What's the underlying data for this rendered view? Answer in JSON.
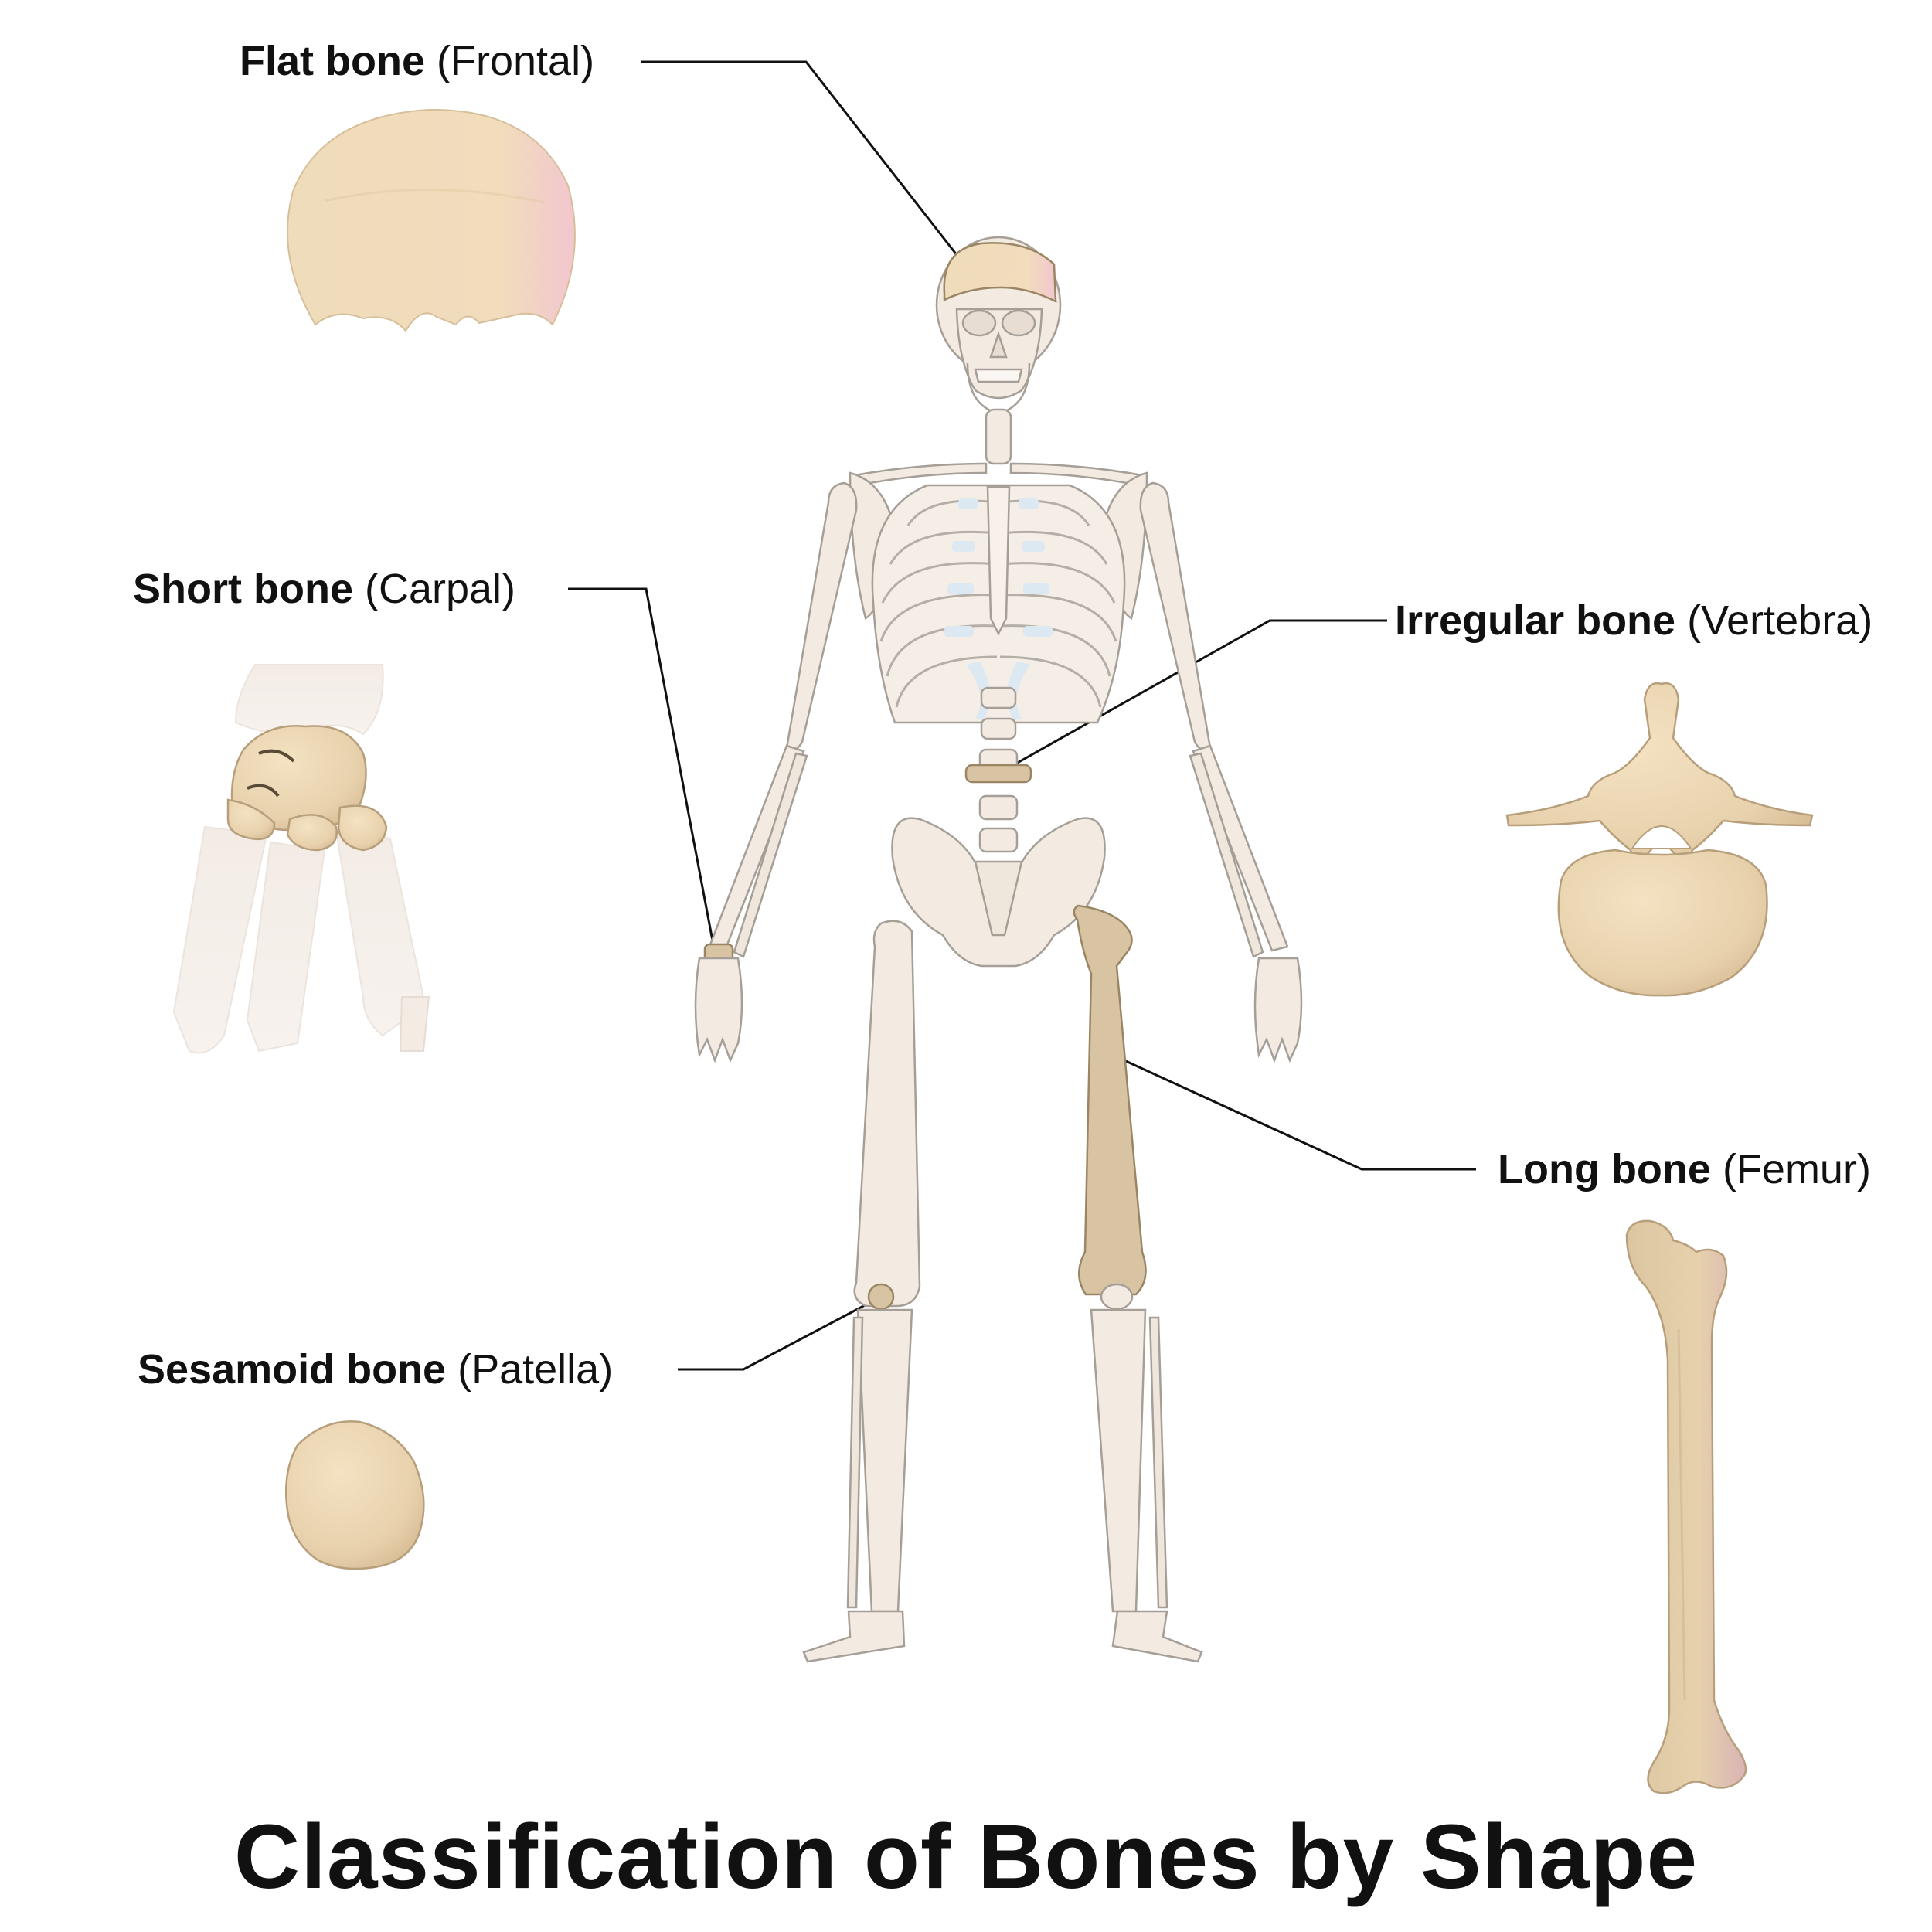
{
  "title": "Classification of Bones by Shape",
  "labels": {
    "flat": {
      "type": "Flat bone",
      "example": "(Frontal)"
    },
    "short": {
      "type": "Short bone",
      "example": "(Carpal)"
    },
    "irregular": {
      "type": "Irregular bone",
      "example": "(Vertebra)"
    },
    "long": {
      "type": "Long bone",
      "example": "(Femur)"
    },
    "sesamoid": {
      "type": "Sesamoid bone",
      "example": "(Patella)"
    }
  },
  "colors": {
    "skeleton": "#f3ebe2",
    "skeleton_outline": "#a59f98",
    "highlight_bone": "#d8c4a2",
    "highlight_outline": "#9a8664",
    "cartilage": "#dce8f2",
    "leader_line": "#111111"
  }
}
